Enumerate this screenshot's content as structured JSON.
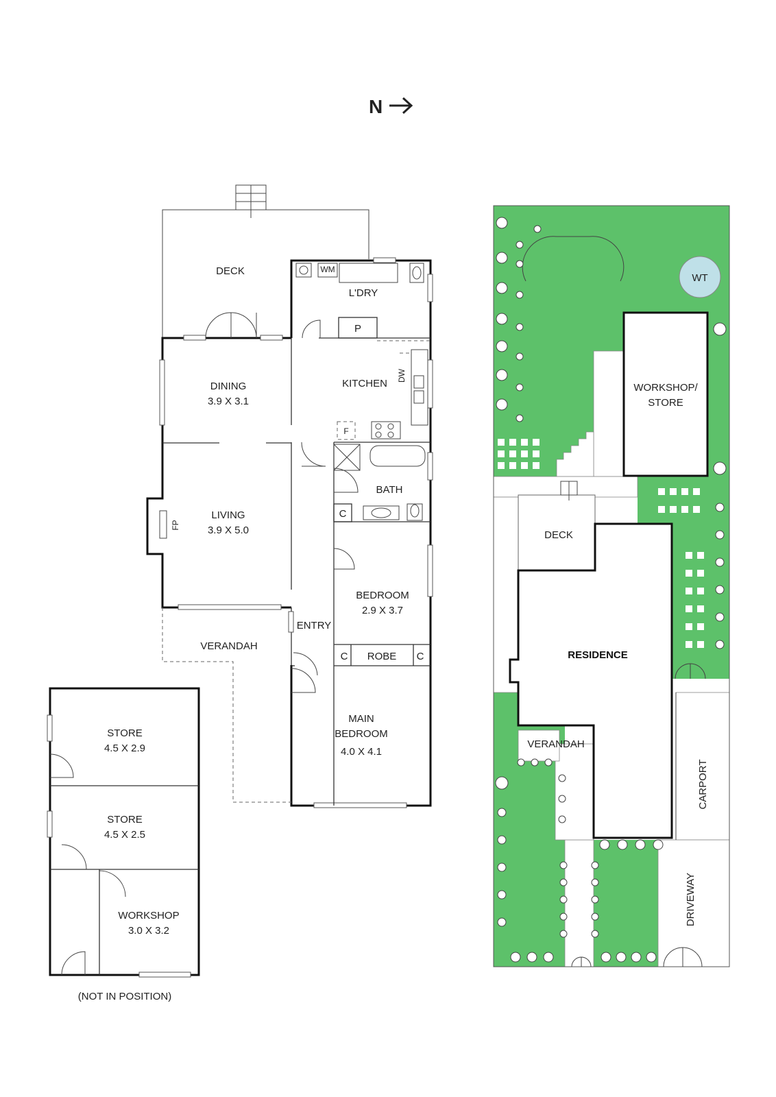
{
  "north": {
    "label": "N"
  },
  "floor_plan": {
    "deck": "DECK",
    "laundry": "L'DRY",
    "washing_machine": "WM",
    "pantry": "P",
    "kitchen": "KITCHEN",
    "dishwasher": "DW",
    "fridge": "F",
    "dining": {
      "name": "DINING",
      "size": "3.9 X 3.1"
    },
    "living": {
      "name": "LIVING",
      "size": "3.9 X 5.0"
    },
    "fireplace": "FP",
    "bath": "BATH",
    "cupboard": "C",
    "bedroom": {
      "name": "BEDROOM",
      "size": "2.9 X 3.7"
    },
    "entry": "ENTRY",
    "verandah": "VERANDAH",
    "robe": "ROBE",
    "main_bedroom": {
      "name_line1": "MAIN",
      "name_line2": "BEDROOM",
      "size": "4.0 X 4.1"
    }
  },
  "outbuilding": {
    "store1": {
      "name": "STORE",
      "size": "4.5 X 2.9"
    },
    "store2": {
      "name": "STORE",
      "size": "4.5 X 2.5"
    },
    "workshop": {
      "name": "WORKSHOP",
      "size": "3.0 X 3.2"
    },
    "note": "(NOT IN POSITION)"
  },
  "site_plan": {
    "water_tank": "WT",
    "workshop_line1": "WORKSHOP/",
    "workshop_line2": "STORE",
    "deck": "DECK",
    "residence": "RESIDENCE",
    "verandah": "VERANDAH",
    "carport": "CARPORT",
    "driveway": "DRIVEWAY"
  },
  "colors": {
    "lawn": "#5dc16a",
    "water_tank": "#bfe0e8",
    "walls": "#111111"
  }
}
